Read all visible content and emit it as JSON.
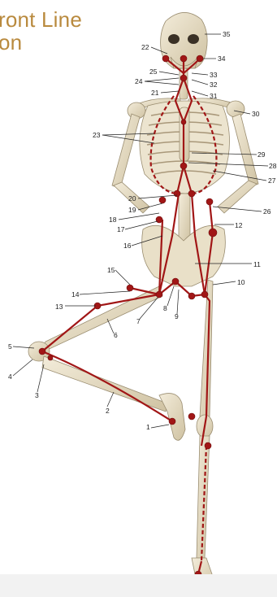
{
  "title": {
    "line1": "ront Line",
    "line2": "on"
  },
  "colors": {
    "bone": "#e8dfc9",
    "bone_shade": "#c9bc9c",
    "line": "#a11616",
    "title": "#b98a3e"
  },
  "labels": [
    "1",
    "2",
    "3",
    "4",
    "5",
    "6",
    "7",
    "8",
    "9",
    "10",
    "11",
    "12",
    "13",
    "14",
    "15",
    "16",
    "17",
    "18",
    "19",
    "20",
    "21",
    "22",
    "23",
    "24",
    "25",
    "26",
    "27",
    "28",
    "29",
    "30",
    "31",
    "32",
    "33",
    "34",
    "35"
  ]
}
